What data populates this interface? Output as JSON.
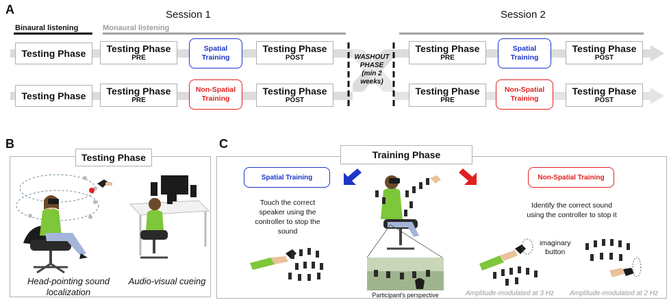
{
  "panelA": {
    "letter": "A",
    "session1": "Session 1",
    "session2": "Session 2",
    "binaural": "Binaural listening",
    "monaural": "Monaural listening",
    "testing_phase": "Testing Phase",
    "pre": "PRE",
    "post": "POST",
    "spatial_training": "Spatial Training",
    "nonspatial_training": "Non-Spatial Training",
    "washout": [
      "WASHOUT",
      "PHASE",
      "(min 2",
      "weeks)"
    ]
  },
  "panelB": {
    "letter": "B",
    "title": "Testing Phase",
    "caption_left": [
      "Head-pointing sound",
      "localization"
    ],
    "caption_right": "Audio-visual cueing"
  },
  "panelC": {
    "letter": "C",
    "title": "Training Phase",
    "spatial_label": "Spatial Training",
    "nonspatial_label": "Non-Spatial Training",
    "spatial_instruction": [
      "Touch the correct",
      "speaker using the",
      "controller to stop the",
      "sound"
    ],
    "nonspatial_instruction": [
      "Identify the correct sound",
      "using the controller to stop it"
    ],
    "imaginary": [
      "imaginary",
      "button"
    ],
    "perspective": "Participant's perspective",
    "am3": "Amplitude-modulated at 3 Hz",
    "am2": "Amplitude-modulated at 2 Hz"
  },
  "colors": {
    "blue": "#1c36c8",
    "red": "#e02020",
    "gray_arrow": "#d9d9d9",
    "body_green": "#7ec63a"
  }
}
